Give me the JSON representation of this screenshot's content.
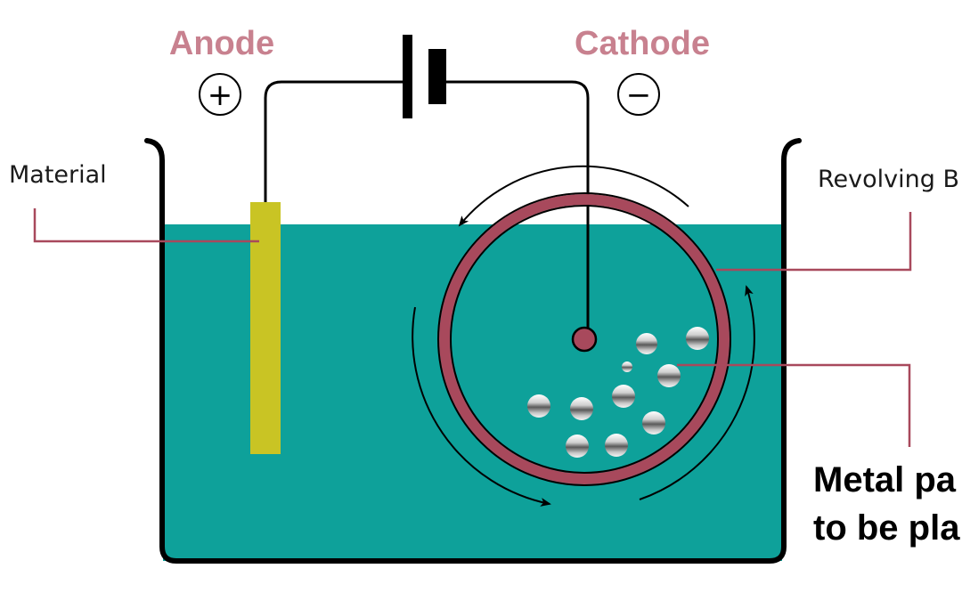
{
  "labels": {
    "anode": "Anode",
    "cathode": "Cathode",
    "anode_sign": "+",
    "cathode_sign": "−",
    "material": "Material",
    "revolving": "Revolving B",
    "metal_line1": "Metal pa",
    "metal_line2": "to be pla"
  },
  "colors": {
    "solution": "#0ea19a",
    "anode_rod": "#c9c424",
    "barrel": "#a8495c",
    "label_pink": "#c8818f",
    "leader": "#a8495c"
  },
  "icons": {
    "battery": "battery-symbol-icon",
    "rotation": "rotation-arrow-icon"
  }
}
